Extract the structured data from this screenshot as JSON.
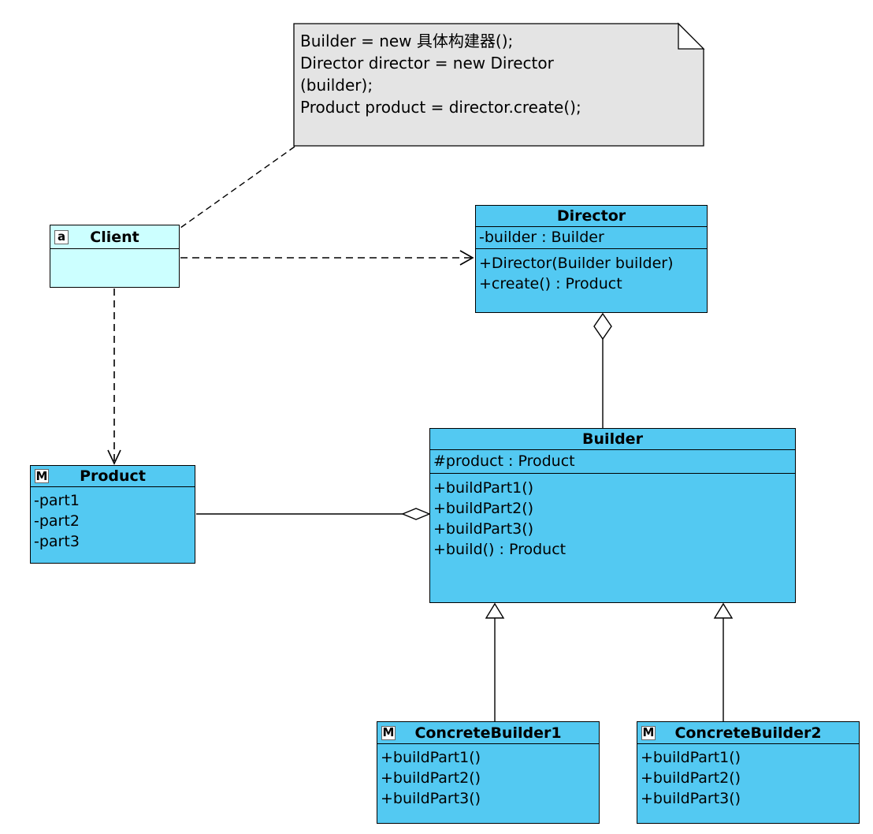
{
  "note": {
    "lines": [
      "Builder = new 具体构建器();",
      "Director director = new Director",
      "(builder);",
      "Product product = director.create();"
    ]
  },
  "classes": {
    "client": {
      "badge": "a",
      "name": "Client"
    },
    "director": {
      "name": "Director",
      "attributes": [
        "-builder : Builder"
      ],
      "methods": [
        "+Director(Builder builder)",
        "+create() : Product"
      ]
    },
    "builder": {
      "name": "Builder",
      "attributes": [
        "#product : Product"
      ],
      "methods": [
        "+buildPart1()",
        "+buildPart2()",
        "+buildPart3()",
        "+build() : Product"
      ]
    },
    "product": {
      "badge": "M",
      "name": "Product",
      "attributes": [
        "-part1",
        "-part2",
        "-part3"
      ]
    },
    "concreteBuilder1": {
      "badge": "M",
      "name": "ConcreteBuilder1",
      "methods": [
        "+buildPart1()",
        "+buildPart2()",
        "+buildPart3()"
      ]
    },
    "concreteBuilder2": {
      "badge": "M",
      "name": "ConcreteBuilder2",
      "methods": [
        "+buildPart1()",
        "+buildPart2()",
        "+buildPart3()"
      ]
    }
  },
  "colors": {
    "class_fill": "#53c9f2",
    "client_fill": "#ccffff",
    "note_fill": "#e4e4e4",
    "stroke": "#000000"
  }
}
